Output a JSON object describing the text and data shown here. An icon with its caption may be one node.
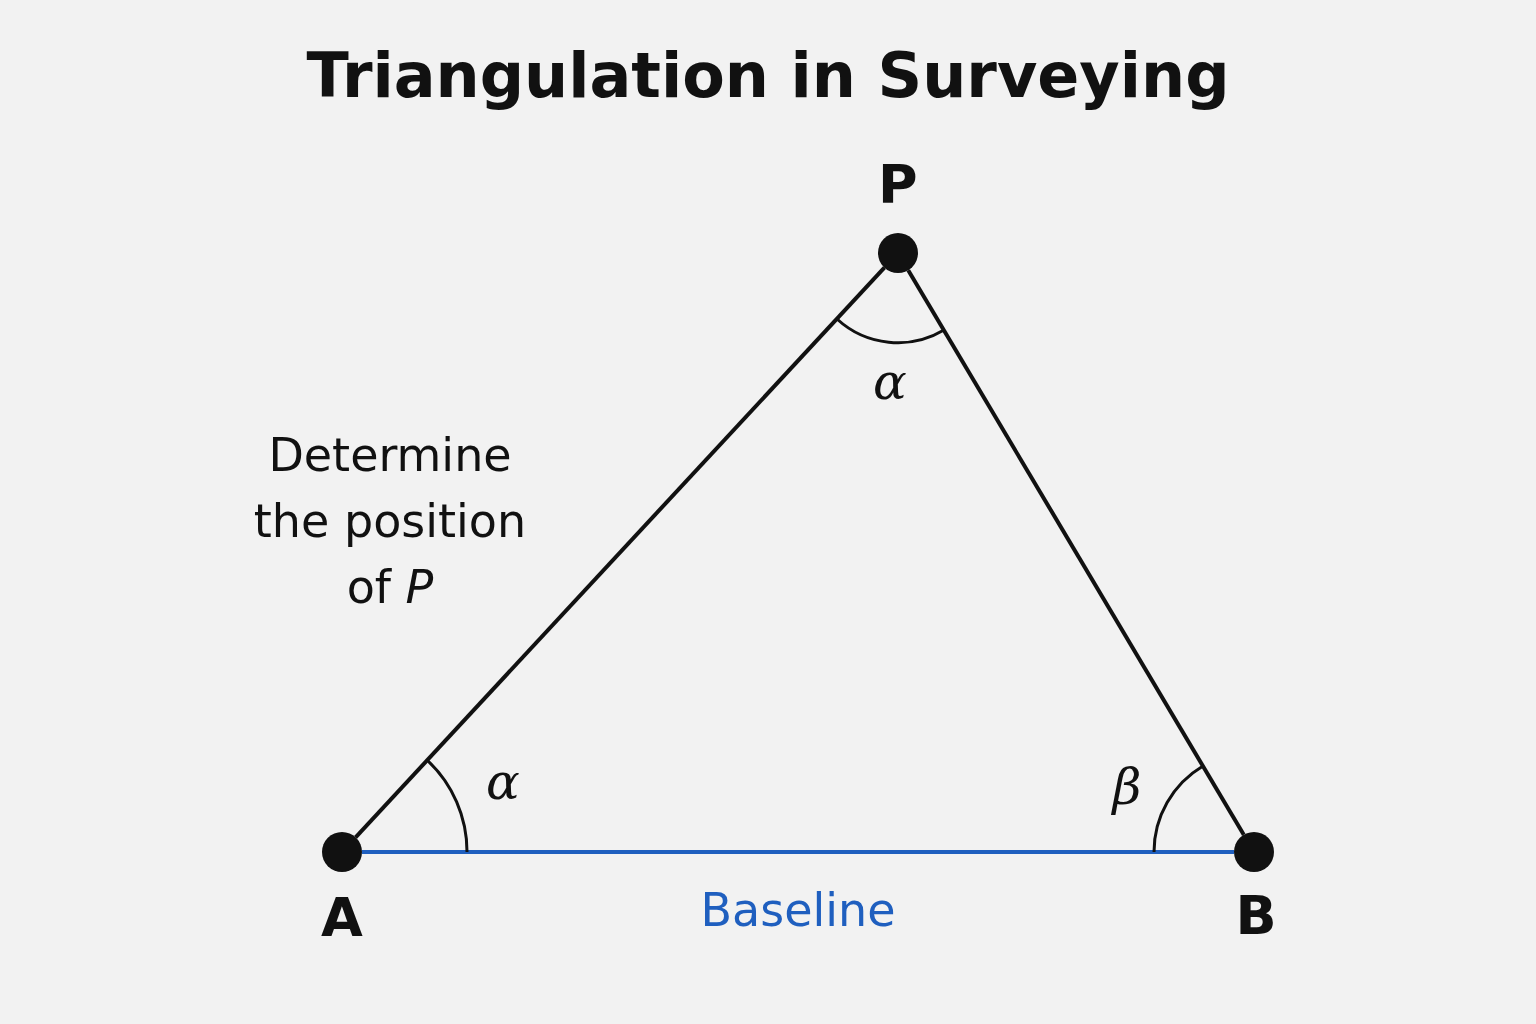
{
  "diagram": {
    "title": "Triangulation in Surveying",
    "nodes": [
      {
        "text": [],
        "shape": "circle",
        "beside": [
          "P"
        ]
      },
      {
        "text": [],
        "shape": "circle",
        "beside": [
          "A"
        ]
      },
      {
        "text": [],
        "shape": "circle",
        "beside": [
          "B"
        ]
      }
    ],
    "edges": [
      {
        "from": 0,
        "to": 1,
        "arrow": "none"
      },
      {
        "from": 0,
        "to": 2,
        "arrow": "none"
      },
      {
        "from": 1,
        "to": 2,
        "arrow": "none",
        "label": "Baseline",
        "color": "#1f5fbf"
      }
    ],
    "labels": [
      "α",
      "Determine the position of *P*",
      "α",
      "β"
    ]
  }
}
